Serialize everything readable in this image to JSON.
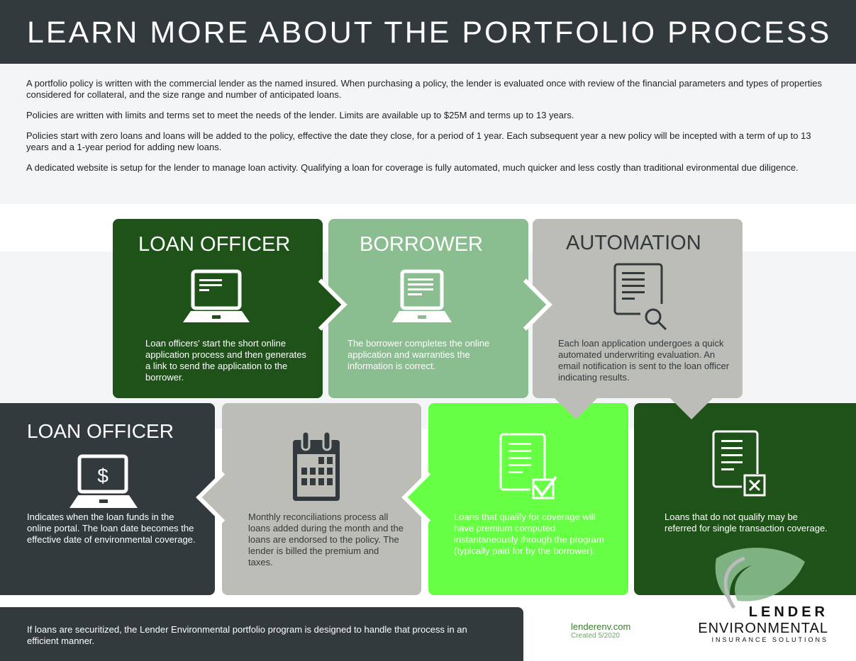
{
  "header": {
    "title": "LEARN MORE ABOUT THE PORTFOLIO PROCESS"
  },
  "intro": [
    "A portfolio policy is written with the commercial lender as the named insured. When purchasing a policy, the lender is evaluated once with review of the financial parameters and types of properties considered for collateral, and the size range and number of anticipated loans.",
    "Policies are written with limits and terms set to meet the needs of the lender. Limits are available up to $25M and terms up to 13 years.",
    "Policies start with zero loans and loans will be added to the policy, effective the date they close, for a period of 1 year. Each subsequent year a new policy will be incepted with a term of up to 13 years and a 1-year period for adding new loans.",
    "A dedicated website is setup for the lender to manage loan activity. Qualifying a loan for coverage is fully automated, much quicker and less costly than traditional evironmental due diligence."
  ],
  "steps": {
    "loan_officer": {
      "title": "LOAN OFFICER",
      "text": "Loan officers' start the short online application process and then generates a link to send the application to the borrower."
    },
    "borrower": {
      "title": "BORROWER",
      "text": "The borrower completes the online application and warranties the information is correct."
    },
    "automation": {
      "title": "AUTOMATION",
      "text": "Each loan application undergoes a quick automated underwriting evaluation. An email notification is sent to the loan officer indicating results."
    },
    "loan_officer_funds": {
      "title": "LOAN OFFICER",
      "icon_text": "$",
      "text": "Indicates when the loan funds in the online portal. The loan date becomes the effective date of environmental coverage."
    },
    "reconciliation": {
      "text": "Monthly reconciliations process all loans added during the month and the loans are endorsed to the policy. The lender is billed the premium and taxes."
    },
    "qualify": {
      "text": "Loans that qualify for coverage will have premium computed instantaneously through the program (typically paid for by the borrower)."
    },
    "not_qualify": {
      "text": "Loans that do not qualify may be referred for single transaction coverage."
    }
  },
  "footer": {
    "text": "If loans are securitized, the Lender Environmental portfolio program is designed to handle that process in an efficient manner.",
    "website": "lenderenv.com",
    "created": "Created 5/2020"
  },
  "logo": {
    "line1": "LENDER",
    "line2": "ENVIRONMENTAL",
    "line3": "INSURANCE SOLUTIONS"
  },
  "colors": {
    "dark": "#333a3d",
    "dark_green": "#1e5219",
    "light_green": "#8abd8f",
    "gray": "#bcbdb6",
    "bright_green": "#66ff44"
  }
}
